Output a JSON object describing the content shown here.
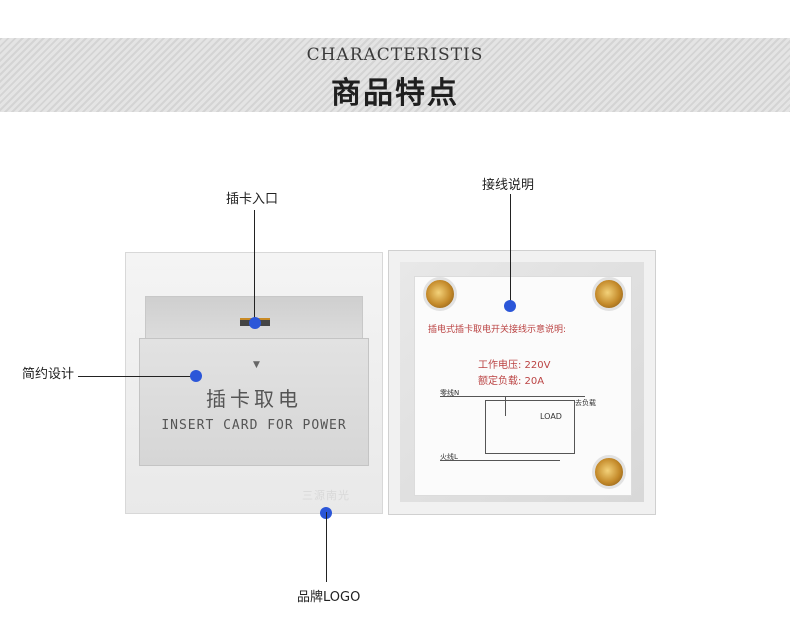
{
  "header": {
    "title_en": "CHARACTERISTIS",
    "title_zh": "商品特点"
  },
  "callouts": {
    "card_slot": "插卡入口",
    "wiring": "接线说明",
    "design": "简约设计",
    "logo": "品牌LOGO"
  },
  "front_card": {
    "text_zh": "插卡取电",
    "text_en": "INSERT CARD FOR POWER",
    "arrow": "▼",
    "brand": "三源南光"
  },
  "back_label": {
    "heading": "插电式插卡取电开关接线示意说明:",
    "voltage": "工作电压: 220V",
    "load": "额定负载: 20A",
    "neutral": "零线N",
    "load_terminal": "LOAD",
    "live": "火线L",
    "to_load": "去负载"
  },
  "colors": {
    "dot": "#2b56d8",
    "banner": "#dcdcdc"
  }
}
